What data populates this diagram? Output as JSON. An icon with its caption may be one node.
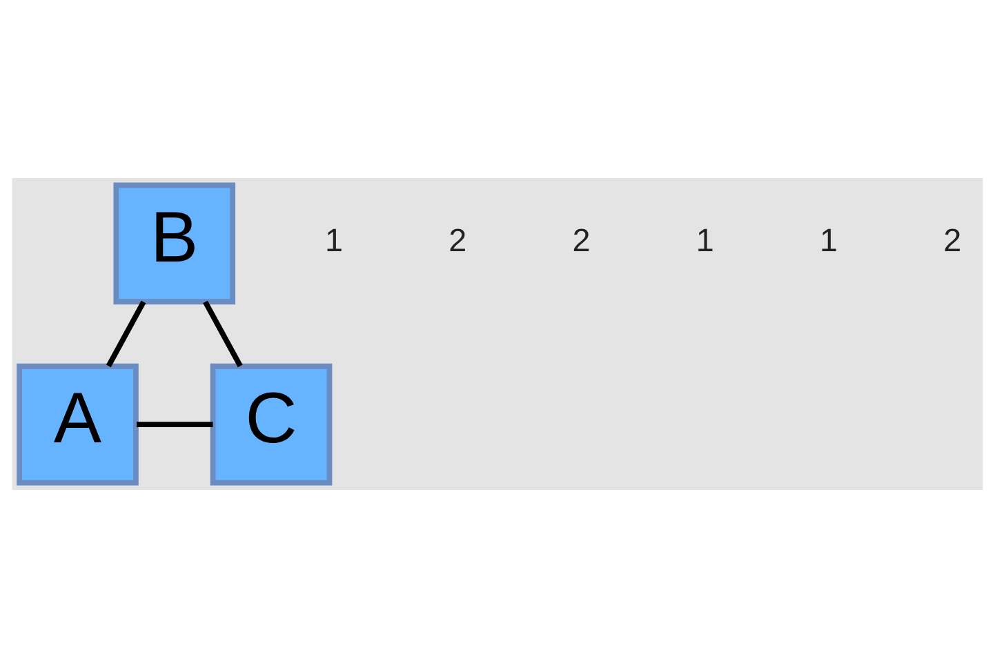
{
  "diagram": {
    "nodes": [
      {
        "text": [
          "B"
        ]
      },
      {
        "text": [
          "A"
        ]
      },
      {
        "text": [
          "C"
        ]
      }
    ],
    "edges": [
      {
        "from": 1,
        "to": 0,
        "arrow": "none"
      },
      {
        "from": 0,
        "to": 2,
        "arrow": "none"
      },
      {
        "from": 1,
        "to": 2,
        "arrow": "none"
      }
    ],
    "labels": [
      "1",
      "2",
      "2",
      "1",
      "1",
      "2"
    ]
  }
}
